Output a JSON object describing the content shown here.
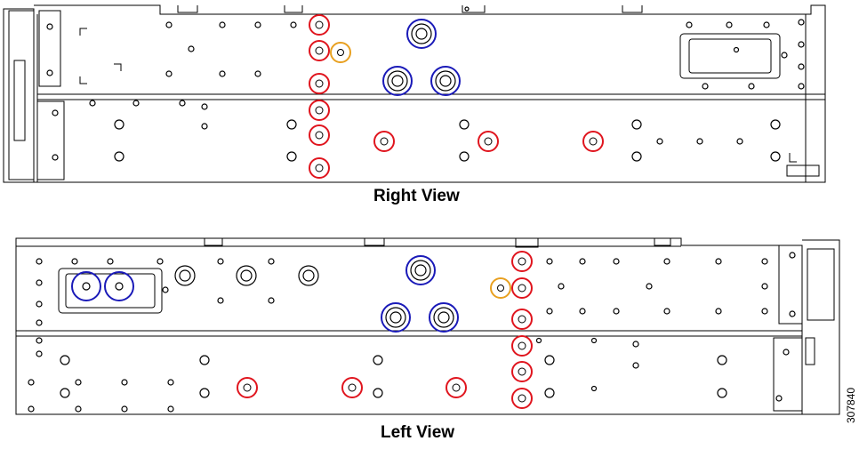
{
  "captions": {
    "right_view": "Right View",
    "left_view": "Left View"
  },
  "figure_id": "307840",
  "colors": {
    "outline": "#000000",
    "red_marker": "#e0151e",
    "blue_marker": "#1a1ab8",
    "orange_marker": "#e8a020"
  }
}
